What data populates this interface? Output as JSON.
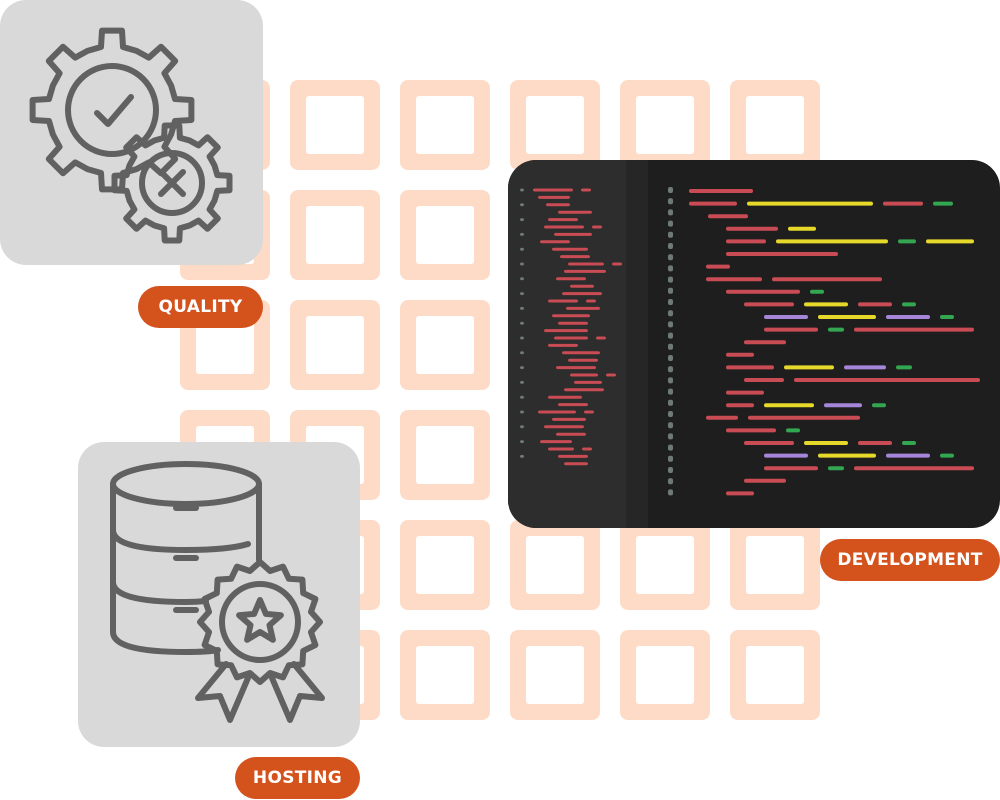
{
  "colors": {
    "accent": "#d4521c",
    "grid_square": "#fddbc7",
    "card_bg": "#d9d9d9",
    "icon_stroke": "#616161",
    "editor_bg": "#1e1e1e",
    "minimap_bg": "#2d2d2d",
    "token_red": "#c94c55",
    "token_yellow": "#e6d92a",
    "token_green": "#33a652",
    "token_purple": "#a686d8",
    "gutter": "#6d7a76"
  },
  "cards": {
    "quality": {
      "label": "QUALITY",
      "icon": "gears-check-cross-icon"
    },
    "hosting": {
      "label": "HOSTING",
      "icon": "database-award-icon"
    },
    "development": {
      "label": "DEVELOPMENT",
      "icon": "code-editor"
    }
  }
}
